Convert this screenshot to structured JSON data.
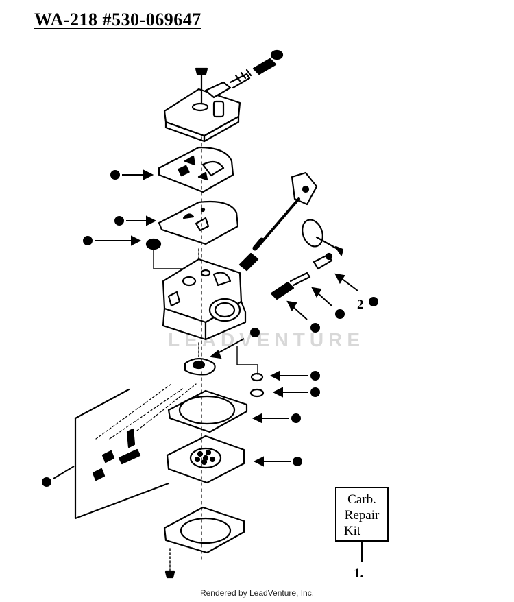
{
  "diagram": {
    "title": "WA-218  #530-069647",
    "watermark": "LEADVENTURE",
    "footer": "Rendered by LeadVenture, Inc.",
    "callout_label": "2",
    "kit": {
      "line1": "Carb.",
      "line2": "Repair",
      "line3": "Kit",
      "number": "1."
    }
  }
}
